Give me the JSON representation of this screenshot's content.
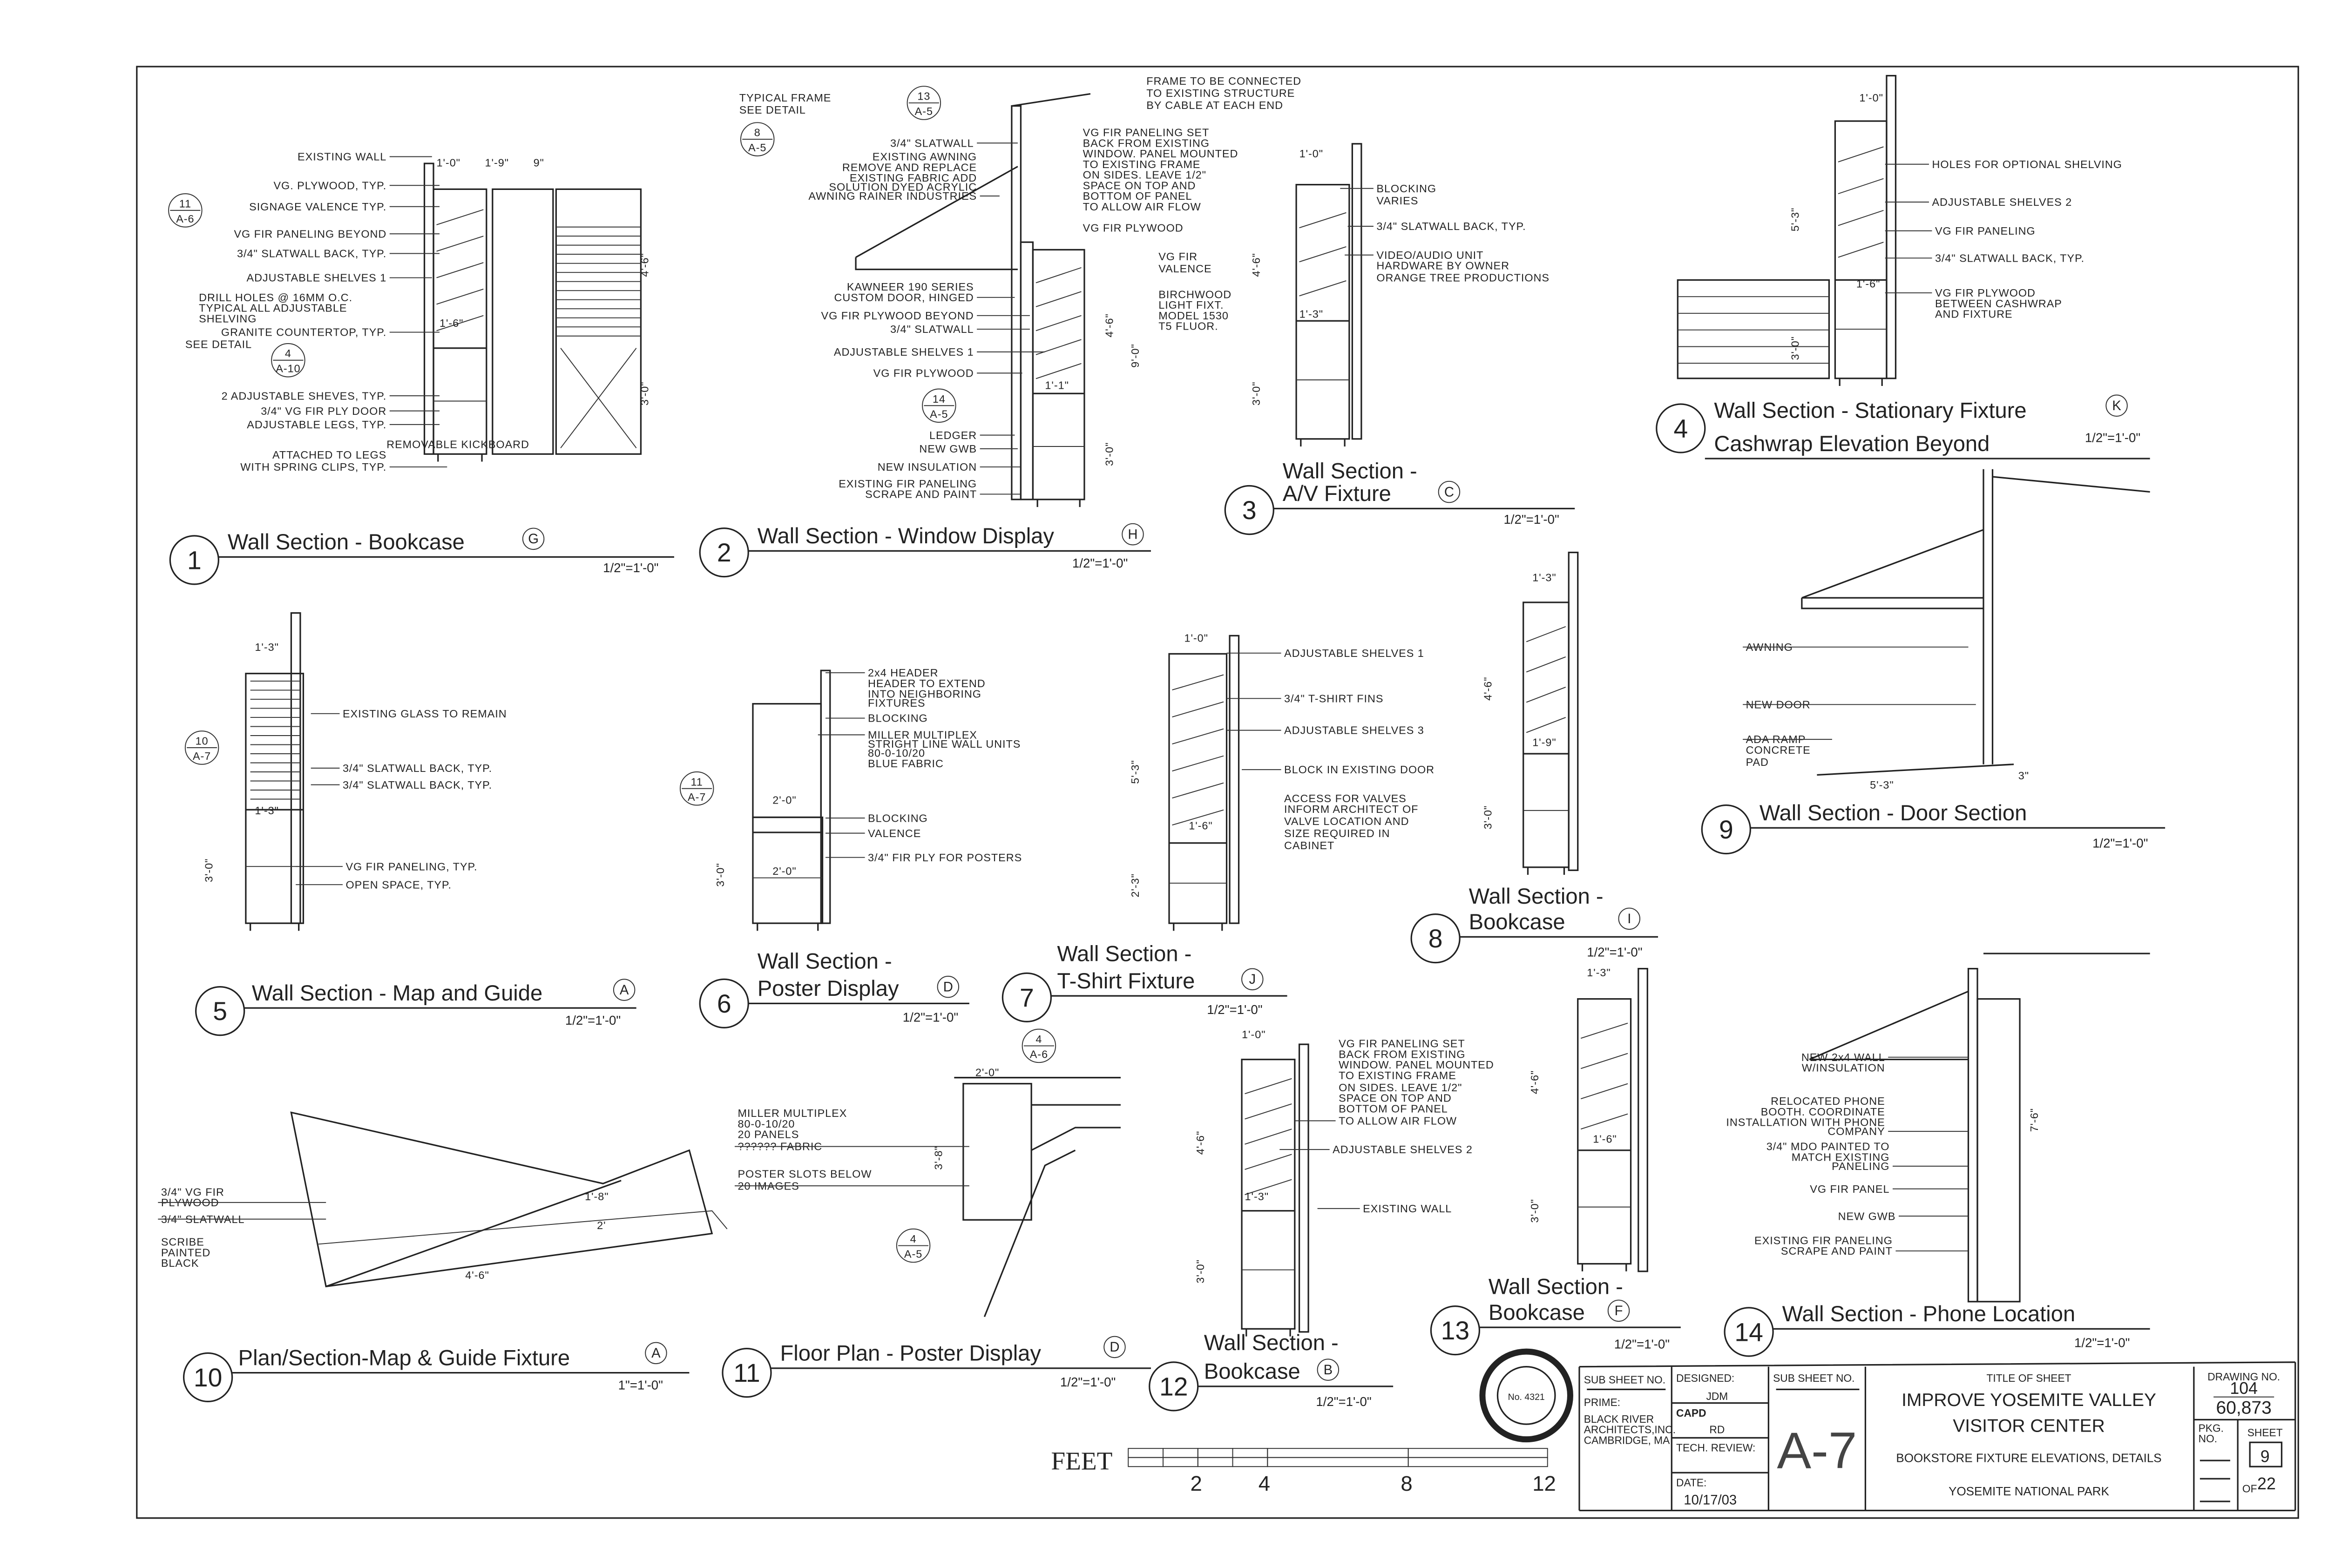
{
  "details": [
    {
      "num": "1",
      "title": [
        "Wall Section - Bookcase"
      ],
      "ref": "G",
      "scale": "1/2\"=1'-0\"",
      "labels": [
        "EXISTING WALL",
        "VG. PLYWOOD, TYP.",
        "SIGNAGE VALENCE TYP.",
        "VG FIR PANELING BEYOND",
        "3/4\" SLATWALL BACK, TYP.",
        "ADJUSTABLE SHELVES 1",
        "DRILL HOLES @ 16MM O.C.",
        "TYPICAL ALL ADJUSTABLE",
        "SHELVING",
        "GRANITE COUNTERTOP, TYP.",
        "SEE DETAIL",
        "2 ADJUSTABLE SHEVES, TYP.",
        "3/4\" VG FIR PLY DOOR",
        "ADJUSTABLE LEGS, TYP.",
        "REMOVABLE KICKBOARD",
        "ATTACHED TO LEGS",
        "WITH SPRING CLIPS, TYP.",
        "1'-0\"",
        "1'-9\"",
        "9\"",
        "4'-6\"",
        "3'-0\"",
        "1'-6\""
      ]
    },
    {
      "num": "2",
      "title": [
        "Wall Section - Window Display"
      ],
      "ref": "H",
      "scale": "1/2\"=1'-0\"",
      "labels": [
        "TYPICAL FRAME",
        "SEE DETAIL",
        "FRAME TO BE CONNECTED",
        "TO EXISTING STRUCTURE",
        "BY CABLE AT EACH END",
        "3/4\" SLATWALL",
        "EXISTING AWNING",
        "REMOVE AND REPLACE",
        "EXISTING FABRIC ADD",
        "SOLUTION DYED ACRYLIC",
        "AWNING RAINER INDUSTRIES",
        "VG FIR PANELING SET",
        "BACK FROM EXISTING",
        "WINDOW. PANEL MOUNTED",
        "TO EXISTING FRAME",
        "ON SIDES. LEAVE 1/2\"",
        "SPACE ON TOP AND",
        "BOTTOM OF PANEL",
        "TO ALLOW AIR FLOW",
        "VG FIR PLYWOOD",
        "VG FIR",
        "VALENCE",
        "BIRCHWOOD",
        "LIGHT FIXT.",
        "MODEL 1530",
        "T5 FLUOR.",
        "KAWNEER 190 SERIES",
        "CUSTOM DOOR, HINGED",
        "VG FIR PLYWOOD BEYOND",
        "3/4\" SLATWALL",
        "ADJUSTABLE SHELVES 1",
        "VG FIR PLYWOOD",
        "LEDGER",
        "NEW GWB",
        "NEW INSULATION",
        "EXISTING FIR PANELING",
        "SCRAPE AND PAINT",
        "4'-6\"",
        "9'-0\"",
        "3'-0\"",
        "1'-1\""
      ]
    },
    {
      "num": "3",
      "title": [
        "Wall Section -",
        "A/V Fixture"
      ],
      "ref": "C",
      "scale": "1/2\"=1'-0\"",
      "labels": [
        "1'-0\"",
        "BLOCKING",
        "VARIES",
        "3/4\" SLATWALL BACK, TYP.",
        "VIDEO/AUDIO UNIT",
        "HARDWARE BY OWNER",
        "ORANGE TREE PRODUCTIONS",
        "4'-6\"",
        "3'-0\"",
        "1'-3\""
      ]
    },
    {
      "num": "4",
      "title": [
        "Wall Section - Stationary Fixture",
        "Cashwrap Elevation Beyond"
      ],
      "ref": "K",
      "scale": "1/2\"=1'-0\"",
      "labels": [
        "1'-0\"",
        "HOLES FOR OPTIONAL SHELVING",
        "ADJUSTABLE SHELVES 2",
        "VG FIR PANELING",
        "3/4\" SLATWALL BACK, TYP.",
        "VG FIR PLYWOOD",
        "BETWEEN CASHWRAP",
        "AND FIXTURE",
        "5'-3\"",
        "3'-0\"",
        "1'-6\""
      ]
    },
    {
      "num": "5",
      "title": [
        "Wall Section - Map and Guide"
      ],
      "ref": "A",
      "scale": "1/2\"=1'-0\"",
      "labels": [
        "1'-3\"",
        "EXISTING GLASS TO REMAIN",
        "3/4\" SLATWALL BACK, TYP.",
        "3/4\" SLATWALL BACK, TYP.",
        "VG FIR PANELING, TYP.",
        "OPEN SPACE, TYP.",
        "1'-3\"",
        "3'-0\""
      ]
    },
    {
      "num": "6",
      "title": [
        "Wall Section -",
        "Poster Display"
      ],
      "ref": "D",
      "scale": "1/2\"=1'-0\"",
      "labels": [
        "2x4 HEADER",
        "HEADER TO EXTEND",
        "INTO NEIGHBORING",
        "FIXTURES",
        "BLOCKING",
        "MILLER MULTIPLEX",
        "STRIGHT LINE WALL UNITS",
        "80-0-10/20",
        "BLUE FABRIC",
        "BLOCKING",
        "VALENCE",
        "3/4\" FIR PLY FOR POSTERS",
        "2'-0\"",
        "2'-0\"",
        "3'-0\""
      ]
    },
    {
      "num": "7",
      "title": [
        "Wall Section -",
        "T-Shirt Fixture"
      ],
      "ref": "J",
      "scale": "1/2\"=1'-0\"",
      "labels": [
        "1'-0\"",
        "ADJUSTABLE SHELVES 1",
        "3/4\" T-SHIRT FINS",
        "ADJUSTABLE SHELVES 3",
        "BLOCK IN EXISTING DOOR",
        "ACCESS FOR VALVES",
        "INFORM ARCHITECT OF",
        "VALVE LOCATION AND",
        "SIZE REQUIRED IN",
        "CABINET",
        "5'-3\"",
        "2'-3\"",
        "1'-6\""
      ]
    },
    {
      "num": "8",
      "title": [
        "Wall Section -",
        "Bookcase"
      ],
      "ref": "I",
      "scale": "1/2\"=1'-0\"",
      "labels": [
        "1'-3\"",
        "4'-6\"",
        "1'-9\"",
        "3'-0\""
      ]
    },
    {
      "num": "9",
      "title": [
        "Wall Section - Door Section"
      ],
      "ref": "",
      "scale": "1/2\"=1'-0\"",
      "labels": [
        "AWNING",
        "NEW DOOR",
        "ADA RAMP",
        "CONCRETE",
        "PAD",
        "5'-3\"",
        "3\""
      ]
    },
    {
      "num": "10",
      "title": [
        "Plan/Section-Map & Guide Fixture"
      ],
      "ref": "A",
      "scale": "1\"=1'-0\"",
      "labels": [
        "3/4\" VG FIR",
        "PLYWOOD",
        "3/4\" SLATWALL",
        "SCRIBE",
        "PAINTED",
        "BLACK",
        "4'-6\"",
        "1'-8\"",
        "2'"
      ]
    },
    {
      "num": "11",
      "title": [
        "Floor Plan - Poster Display"
      ],
      "ref": "D",
      "scale": "1/2\"=1'-0\"",
      "labels": [
        "2'-0\"",
        "MILLER MULTIPLEX",
        "80-0-10/20",
        "20 PANELS",
        "?????? FABRIC",
        "POSTER SLOTS BELOW",
        "20 IMAGES",
        "3'-8\""
      ]
    },
    {
      "num": "12",
      "title": [
        "Wall Section -",
        "Bookcase"
      ],
      "ref": "B",
      "scale": "1/2\"=1'-0\"",
      "labels": [
        "1'-0\"",
        "VG FIR PANELING SET",
        "BACK FROM EXISTING",
        "WINDOW.  PANEL MOUNTED",
        "TO EXISTING FRAME",
        "ON SIDES.  LEAVE 1/2\"",
        "SPACE ON TOP AND",
        "BOTTOM OF PANEL",
        "TO ALLOW AIR FLOW",
        "ADJUSTABLE SHELVES 2",
        "EXISTING WALL",
        "4'-6\"",
        "1'-3\"",
        "3'-0\""
      ]
    },
    {
      "num": "13",
      "title": [
        "Wall Section -",
        "Bookcase"
      ],
      "ref": "F",
      "scale": "1/2\"=1'-0\"",
      "labels": [
        "1'-3\"",
        "4'-6\"",
        "1'-6\"",
        "3'-0\""
      ]
    },
    {
      "num": "14",
      "title": [
        "Wall Section - Phone Location"
      ],
      "ref": "",
      "scale": "1/2\"=1'-0\"",
      "labels": [
        "NEW 2x4 WALL",
        "W/INSULATION",
        "RELOCATED PHONE",
        "BOOTH.  COORDINATE",
        "INSTALLATION WITH PHONE",
        "COMPANY",
        "3/4\" MDO PAINTED TO",
        "MATCH EXISTING",
        "PANELING",
        "VG FIR PANEL",
        "NEW GWB",
        "EXISTING FIR PANELING",
        "SCRAPE AND PAINT",
        "7'-6\""
      ]
    }
  ],
  "callouts": [
    {
      "top": "13",
      "bottom": "A-5"
    },
    {
      "top": "8",
      "bottom": "A-5"
    },
    {
      "top": "11",
      "bottom": "A-6"
    },
    {
      "top": "4",
      "bottom": "A-10"
    },
    {
      "top": "14",
      "bottom": "A-5"
    },
    {
      "top": "10",
      "bottom": "A-7"
    },
    {
      "top": "11",
      "bottom": "A-7"
    },
    {
      "top": "4",
      "bottom": "A-6"
    },
    {
      "top": "4",
      "bottom": "A-5"
    }
  ],
  "scale_bar": {
    "unit": "FEET",
    "ticks": [
      "2",
      "4",
      "8",
      "12"
    ]
  },
  "seal": {
    "text": "No. 4321"
  },
  "title_block": {
    "sub_sheet_label": "SUB SHEET NO.",
    "prime_label": "PRIME:",
    "firm": [
      "BLACK RIVER",
      "ARCHITECTS,INC.",
      "CAMBRIDGE, MA"
    ],
    "designed_label": "DESIGNED:",
    "designed": "JDM",
    "drawn_label": "CAPD",
    "drawn": "RD",
    "tech_review_label": "TECH. REVIEW:",
    "date_label": "DATE:",
    "date": "10/17/03",
    "sub_sheet_label_2": "SUB SHEET NO.",
    "sub_sheet": "A-7",
    "title_label": "TITLE OF SHEET",
    "title": [
      "IMPROVE YOSEMITE VALLEY",
      "VISITOR CENTER"
    ],
    "subtitle": "BOOKSTORE FIXTURE ELEVATIONS, DETAILS",
    "park": "YOSEMITE NATIONAL PARK",
    "drawing_no_label": "DRAWING NO.",
    "drawing_no": "104",
    "drawing_no_2": "60,873",
    "pkg_label": [
      "PKG.",
      "NO."
    ],
    "sheet_label": "SHEET",
    "sheet": "9",
    "of_label": "OF",
    "of": "22"
  }
}
